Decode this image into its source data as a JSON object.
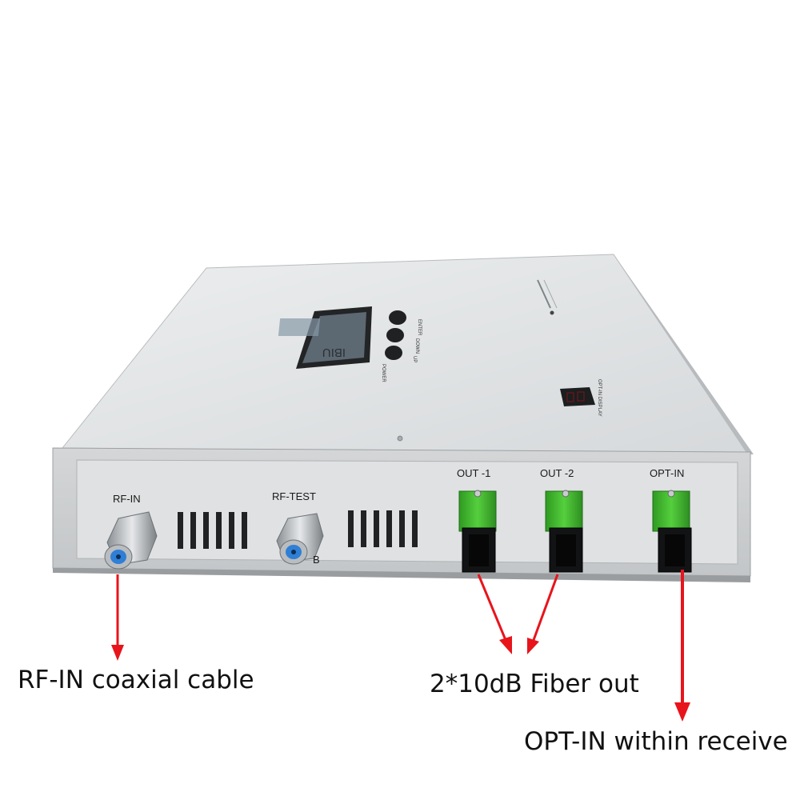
{
  "device": {
    "front_panel": {
      "rf_in_label": "RF-IN",
      "rf_test_label": "RF-TEST",
      "rf_test_suffix": "B",
      "out1_label": "OUT -1",
      "out2_label": "OUT -2",
      "opt_in_label": "OPT-IN"
    },
    "top_panel": {
      "lcd_text": "IBIU",
      "button_labels": [
        "UP",
        "DOWN",
        "ENTER"
      ],
      "power_label": "POWER",
      "opt_display_label": "OPT-IN DISPLAY"
    }
  },
  "annotations": {
    "rf_in_caption": "RF-IN coaxial cable",
    "fiber_out_caption": "2*10dB Fiber out",
    "opt_in_caption": "OPT-IN within receive"
  },
  "colors": {
    "arrow": "#e8141c",
    "connector_green": "#3fbf2f",
    "chassis": "#d9dbdc",
    "top_face": "#e4e6e7"
  }
}
